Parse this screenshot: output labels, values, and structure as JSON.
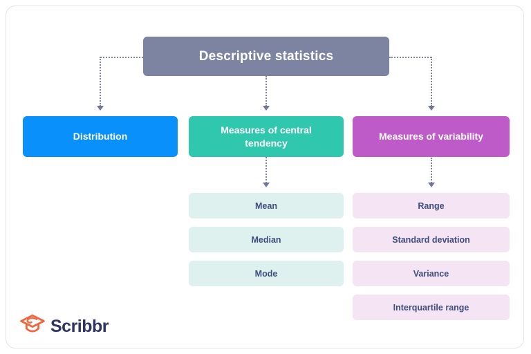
{
  "diagram": {
    "root": {
      "label": "Descriptive statistics"
    },
    "branches": [
      {
        "label": "Distribution",
        "color": "#0a90fb",
        "items": []
      },
      {
        "label": "Measures of central tendency",
        "color": "#2fc8ae",
        "items": [
          "Mean",
          "Median",
          "Mode"
        ]
      },
      {
        "label": "Measures of variability",
        "color": "#bf5bc9",
        "items": [
          "Range",
          "Standard deviation",
          "Variance",
          "Interquartile range"
        ]
      }
    ]
  },
  "colors": {
    "root_box": "#7c84a2",
    "distribution_box": "#0a90fb",
    "central_tendency_box": "#2fc8ae",
    "variability_box": "#bf5bc9",
    "central_item_bg": "#def1ee",
    "variability_item_bg": "#f4e4f4",
    "item_text": "#3f4d7e",
    "connector": "#7d84a3",
    "card_border": "#dfe3ec",
    "logo_orange": "#f4633c",
    "logo_text": "#2e3561"
  },
  "logo": {
    "brand": "Scribbr",
    "icon": "graduation-cap-icon"
  }
}
